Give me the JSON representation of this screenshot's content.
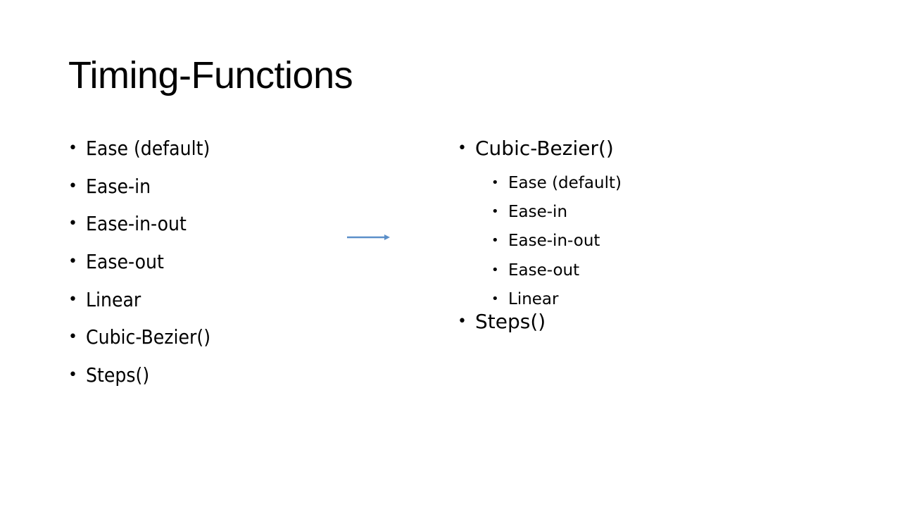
{
  "slide": {
    "title": "Timing-Functions",
    "left_list": [
      "Ease (default)",
      "Ease-in",
      "Ease-in-out",
      "Ease-out",
      "Linear",
      "Cubic-Bezier()",
      "Steps()"
    ],
    "right_list": {
      "item1": "Cubic-Bezier()",
      "sub_items": [
        "Ease (default)",
        "Ease-in",
        "Ease-in-out",
        "Ease-out",
        "Linear"
      ],
      "item2": "Steps()"
    },
    "colors": {
      "arrow": "#5b8fc9",
      "text": "#000000",
      "background": "#ffffff"
    },
    "arrow_icon": "right-arrow-icon"
  }
}
